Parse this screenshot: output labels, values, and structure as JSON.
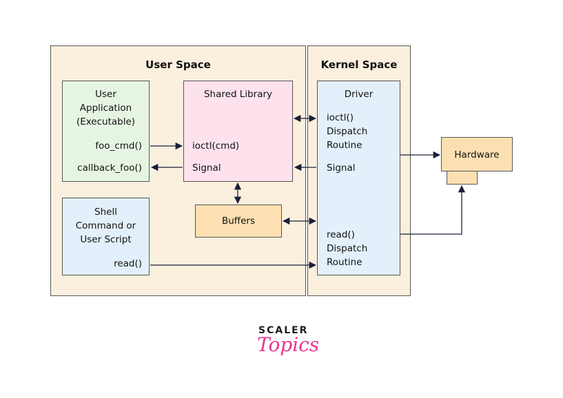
{
  "user_space": {
    "title": "User Space",
    "user_app": {
      "lines": [
        "User",
        "Application",
        "(Executable)"
      ],
      "foo_cmd": "foo_cmd()",
      "callback": "callback_foo()"
    },
    "shared_library": {
      "title": "Shared Library",
      "ioctl": "ioctl(cmd)",
      "signal": "Signal"
    },
    "shell": {
      "lines": [
        "Shell",
        "Command or",
        "User Script"
      ],
      "read": "read()"
    },
    "buffers": "Buffers"
  },
  "kernel_space": {
    "title": "Kernel Space",
    "driver": {
      "title": "Driver",
      "ioctl_lines": [
        "ioctl()",
        "Dispatch",
        "Routine"
      ],
      "signal": "Signal",
      "read_lines": [
        "read()",
        "Dispatch",
        "Routine"
      ]
    }
  },
  "hardware": "Hardware",
  "logo": {
    "top": "SCALER",
    "bottom": "Topics"
  }
}
